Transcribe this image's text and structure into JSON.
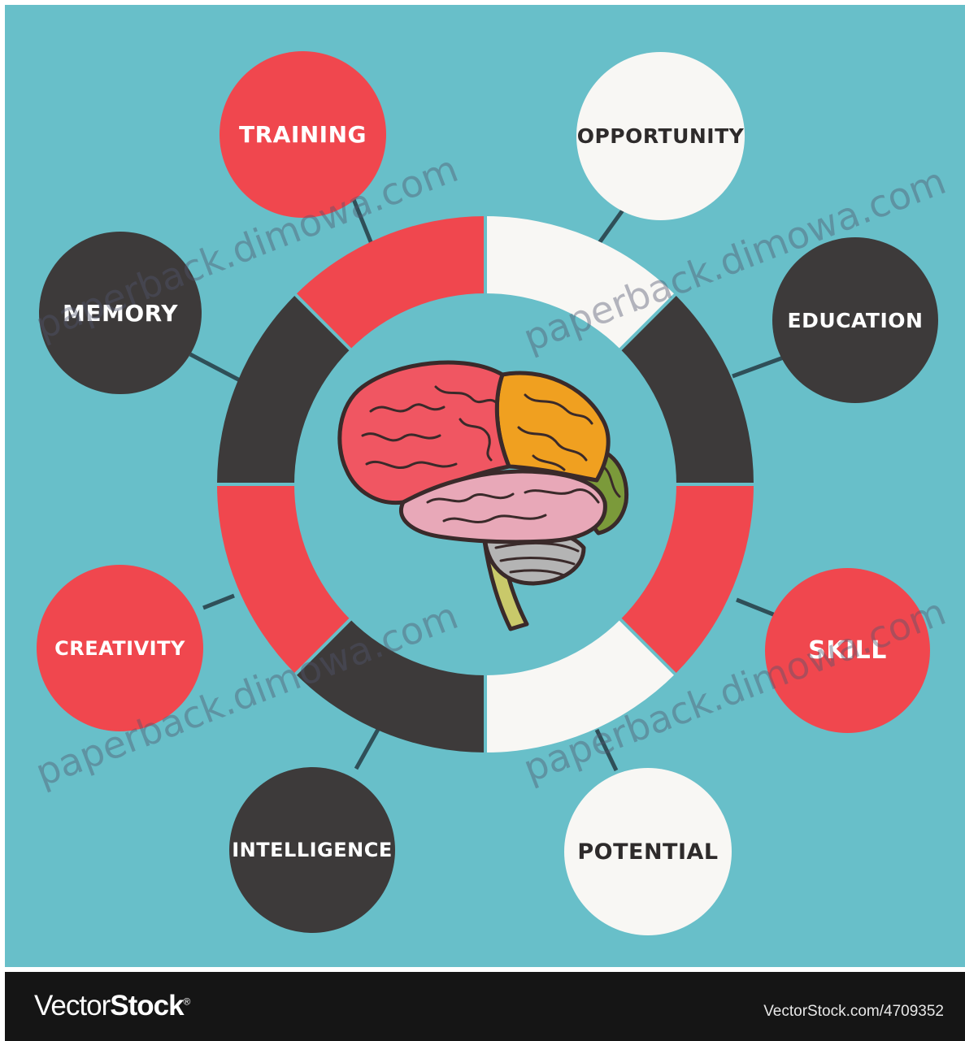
{
  "diagram": {
    "nodes": {
      "training": "TRAINING",
      "opportunity": "OPPORTUNITY",
      "memory": "MEMORY",
      "education": "EDUCATION",
      "creativity": "CREATIVITY",
      "skill": "SKILL",
      "intelligence": "INTELLIGENCE",
      "potential": "POTENTIAL"
    }
  },
  "watermark": {
    "text": "paperback.dimowa.com"
  },
  "footer": {
    "brand_light": "Vector",
    "brand_bold": "Stock",
    "brand_mark": "®",
    "url": "VectorStock.com/4709352"
  },
  "colors": {
    "background": "#68bfc9",
    "dark": "#3d3a3a",
    "red": "#f0474e",
    "white": "#f8f7f4",
    "footer": "#151515"
  }
}
